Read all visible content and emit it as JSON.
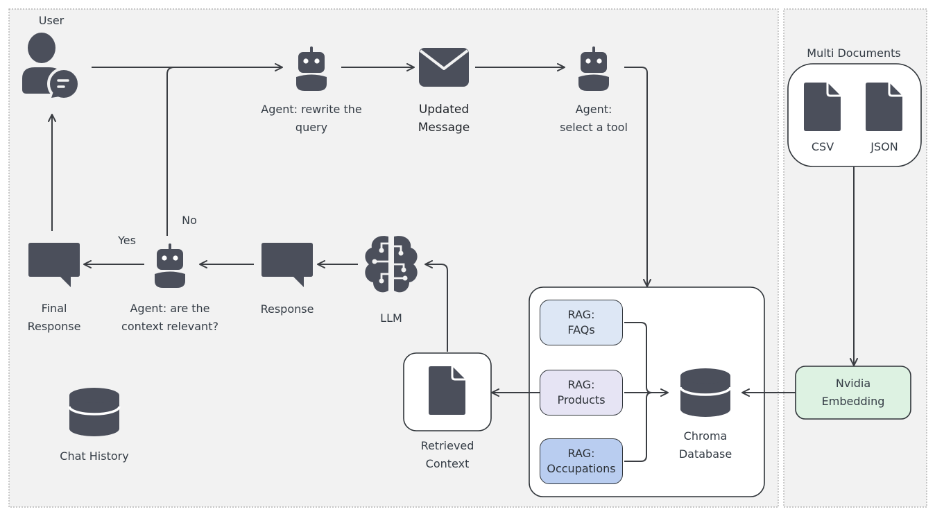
{
  "colors": {
    "icon_fill": "#4b4f5b",
    "panel_bg": "#f2f2f2",
    "panel_border": "#a9a9a9",
    "line": "#3a3d42",
    "rag_faqs_bg": "#dde7f5",
    "rag_products_bg": "#e6e4f4",
    "rag_occupations_bg": "#b9cdf0",
    "embedding_bg": "#ddf2e2"
  },
  "nodes": {
    "user": {
      "label": "User",
      "icon": "user-chat-icon"
    },
    "rewrite_agent": {
      "label": "Agent: rewrite the\nquery",
      "icon": "robot-icon"
    },
    "updated_message": {
      "label": "Updated\nMessage",
      "icon": "envelope-icon"
    },
    "select_tool_agent": {
      "label": "Agent:\nselect a tool",
      "icon": "robot-icon"
    },
    "final_response": {
      "label": "Final\nResponse",
      "icon": "speech-bubble-icon"
    },
    "relevance_agent": {
      "label": "Agent: are the\ncontext relevant?",
      "icon": "robot-icon"
    },
    "response": {
      "label": "Response",
      "icon": "speech-bubble-icon"
    },
    "llm": {
      "label": "LLM",
      "icon": "brain-circuit-icon"
    },
    "chat_history": {
      "label": "Chat History",
      "icon": "database-icon"
    },
    "retrieved_context": {
      "label": "Retrieved\nContext",
      "icon": "document-icon"
    },
    "chroma_db": {
      "label": "Chroma\nDatabase",
      "icon": "database-icon"
    },
    "multi_documents": {
      "label": "Multi Documents"
    },
    "csv": {
      "label": "CSV",
      "icon": "document-icon"
    },
    "json": {
      "label": "JSON",
      "icon": "document-icon"
    },
    "nvidia_embedding": {
      "label": "Nvidia\nEmbedding"
    }
  },
  "rag_tools": [
    {
      "line1": "RAG:",
      "line2": "FAQs"
    },
    {
      "line1": "RAG:",
      "line2": "Products"
    },
    {
      "line1": "RAG:",
      "line2": "Occupations"
    }
  ],
  "edge_labels": {
    "yes": "Yes",
    "no": "No"
  }
}
